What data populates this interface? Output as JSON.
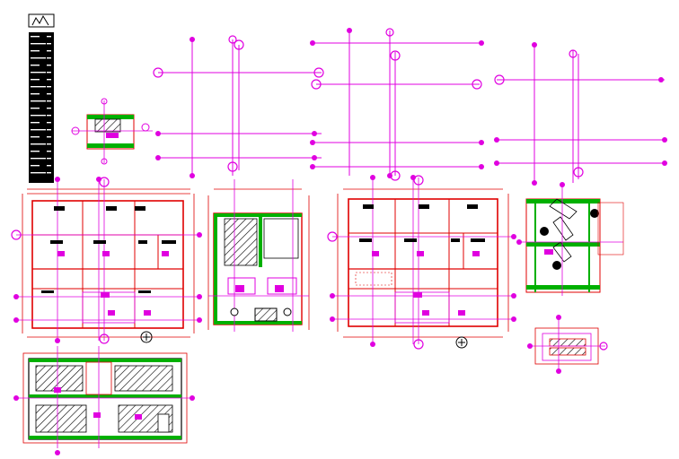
{
  "colors": {
    "wall": "#e00000",
    "axis": "#e000e0",
    "slab": "#00b000",
    "ink": "#000000",
    "background": "#ffffff"
  },
  "sheets": [
    "title-block",
    "key-plan-small",
    "grid-layout-1",
    "grid-layout-2",
    "grid-layout-3",
    "floor-plan-1",
    "floor-plan-2",
    "floor-plan-3",
    "stair-detail",
    "stair-section",
    "roof-plan"
  ]
}
